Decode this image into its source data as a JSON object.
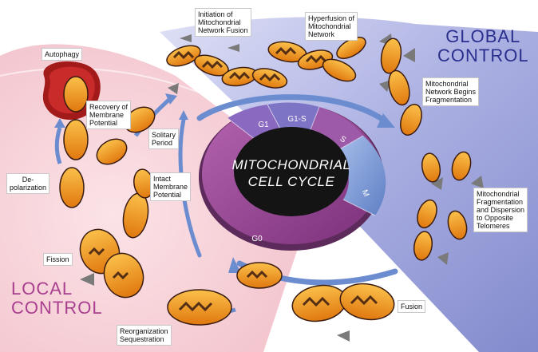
{
  "colors": {
    "global_region": "#9b9fd8",
    "local_region": "#f6cfd6",
    "ring_purple": "#8e3f8c",
    "ring_blue": "#7f9ad3",
    "mito_orange": "#f39a1f",
    "mito_inner": "#3a1c10",
    "arrow_blue": "#6b8dd0",
    "arrow_grey": "#7a7a7a"
  },
  "regions": {
    "global": "GLOBAL\nCONTROL",
    "local": "LOCAL\nCONTROL"
  },
  "center": {
    "line1": "MITOCHONDRIAL",
    "line2": "CELL CYCLE"
  },
  "phases": [
    "G1",
    "G1-S",
    "S",
    "M",
    "G0"
  ],
  "labels": {
    "autophagy": "Autophagy",
    "recovery": "Recovery of\nMembrane\nPotential",
    "solitary": "Solitary\nPeriod",
    "intact": "Intact\nMembrane\nPotential",
    "depolarization": "De-\npolarization",
    "fission": "Fission",
    "reorganization": "Reorganization\nSequestration",
    "fusion": "Fusion",
    "initiation": "Initiation of\nMitochondrial\nNetwork Fusion",
    "hyperfusion": "Hyperfusion of\nMitochondrial\nNetwork",
    "begins_fragmentation": "Mitochondrial\nNetwork Begins\nFragmentation",
    "fragmentation_dispersion": "Mitochondrial\nFragmentation\nand Dispersion\nto Opposite\nTelomeres"
  }
}
